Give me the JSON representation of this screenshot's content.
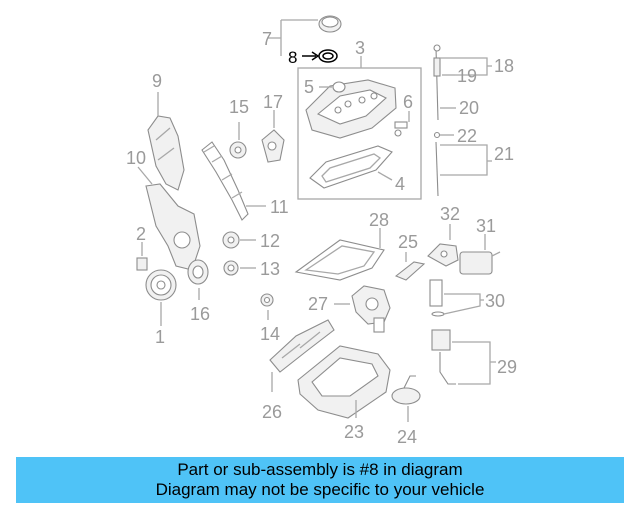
{
  "diagram": {
    "callouts": {
      "c1": "1",
      "c2": "2",
      "c3": "3",
      "c4": "4",
      "c5": "5",
      "c6": "6",
      "c7": "7",
      "c8": "8",
      "c9": "9",
      "c10": "10",
      "c11": "11",
      "c12": "12",
      "c13": "13",
      "c14": "14",
      "c15": "15",
      "c16": "16",
      "c17": "17",
      "c18": "18",
      "c19": "19",
      "c20": "20",
      "c21": "21",
      "c22": "22",
      "c23": "23",
      "c24": "24",
      "c25": "25",
      "c26": "26",
      "c27": "27",
      "c28": "28",
      "c29": "29",
      "c30": "30",
      "c31": "31",
      "c32": "32"
    },
    "highlighted_part": "8"
  },
  "banner": {
    "line1": "Part or sub-assembly is #8 in diagram",
    "line2": "Diagram may not be specific to your vehicle"
  }
}
